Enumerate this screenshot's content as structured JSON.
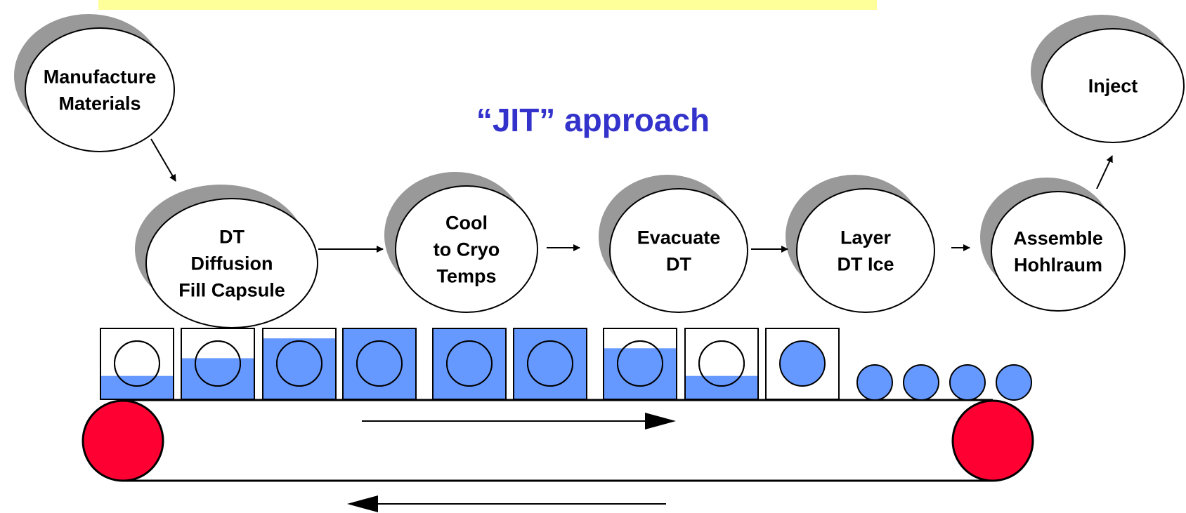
{
  "title": "“JIT” approach",
  "colors": {
    "banner": "#ffff99",
    "title": "#3333cc",
    "shadow": "#999999",
    "fill": "#6699ff",
    "roller": "#ff0033",
    "line": "#000000"
  },
  "steps": [
    {
      "id": "manufacture",
      "lines": [
        "Manufacture",
        "Materials"
      ]
    },
    {
      "id": "fill",
      "lines": [
        "DT",
        "Diffusion",
        "Fill Capsule"
      ]
    },
    {
      "id": "cool",
      "lines": [
        "Cool",
        "to Cryo",
        "Temps"
      ]
    },
    {
      "id": "evacuate",
      "lines": [
        "Evacuate",
        "DT"
      ]
    },
    {
      "id": "layer",
      "lines": [
        "Layer",
        "DT Ice"
      ]
    },
    {
      "id": "assemble",
      "lines": [
        "Assemble",
        "Hohlraum"
      ]
    },
    {
      "id": "inject",
      "lines": [
        "Inject"
      ]
    }
  ],
  "container_fill_levels": [
    0.33,
    0.58,
    0.86,
    1.0,
    1.0,
    1.0,
    0.72,
    0.33,
    0.0
  ],
  "free_capsules": 4,
  "conveyor_direction": {
    "top": "right",
    "bottom": "left"
  }
}
